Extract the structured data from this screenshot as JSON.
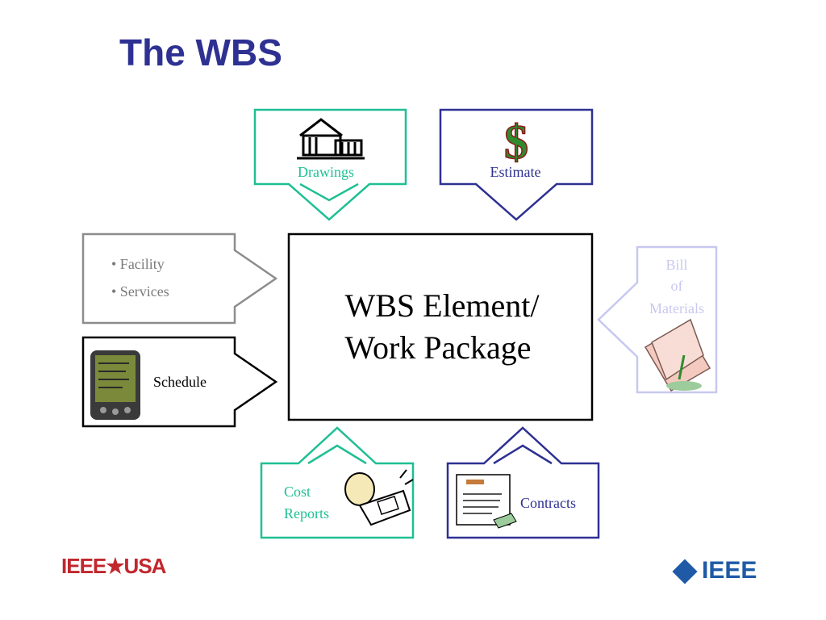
{
  "title": "The WBS",
  "center": {
    "line1": "WBS Element/",
    "line2": "Work Package"
  },
  "inputs": {
    "drawings": "Drawings",
    "estimate": "Estimate",
    "facility": "• Facility",
    "services": "• Services",
    "schedule": "Schedule",
    "bill1": "Bill",
    "bill2": "of",
    "bill3": "Materials",
    "cost1": "Cost",
    "cost2": "Reports",
    "contracts": "Contracts"
  },
  "logos": {
    "left": "IEEE★USA",
    "right": "IEEE"
  },
  "colors": {
    "title": "#2e3192",
    "teal": "#1fbf94",
    "blue": "#2e3192",
    "gray": "#8c8c8c",
    "lavender": "#c8c8f0",
    "black": "#000000"
  }
}
